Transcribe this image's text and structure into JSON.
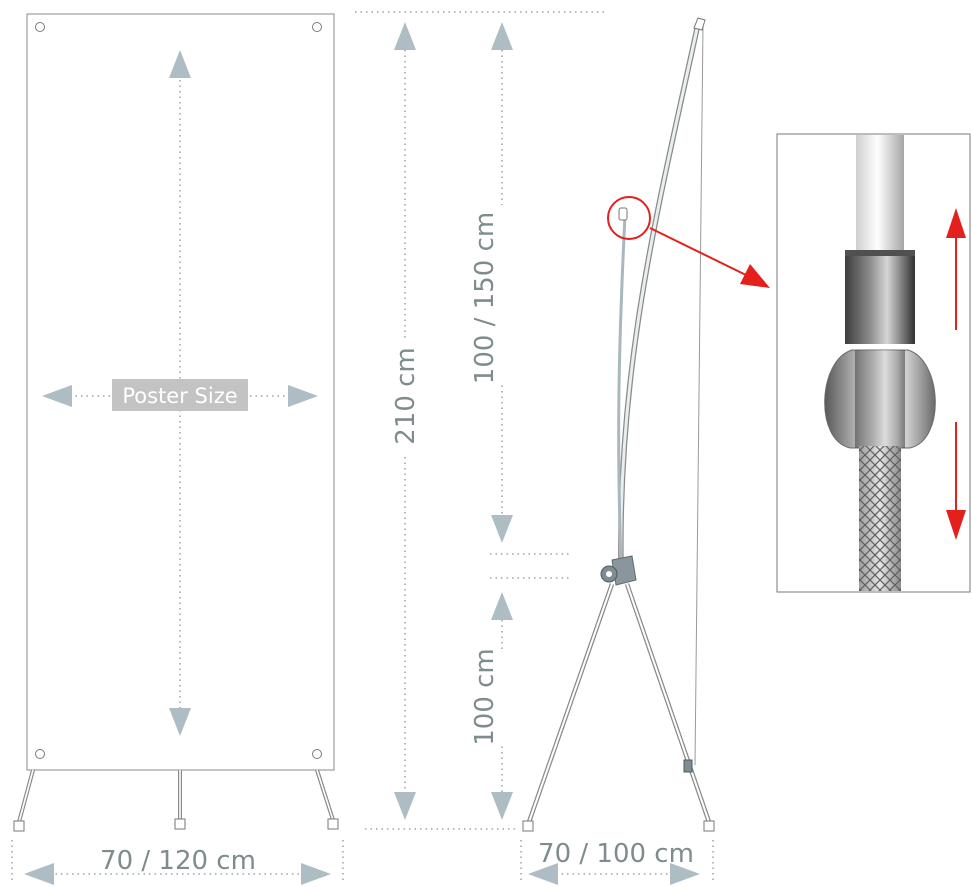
{
  "labels": {
    "poster_size": "Poster Size",
    "total_height": "210 cm",
    "upper_section_height": "100 / 150 cm",
    "lower_section_height": "100 cm",
    "poster_width": "70 / 120 cm",
    "base_width": "70 / 100 cm"
  },
  "colors": {
    "dimension_gray": "#7f8c8d",
    "arrow_gray": "#aebcc4",
    "label_box": "#c3c3c3",
    "highlight_red": "#e3201b",
    "frame_line": "#8a8a8a"
  },
  "icons": {
    "dimension_arrow": "triangle-arrow-icon",
    "adjustment_arrow": "red-arrow-icon"
  }
}
